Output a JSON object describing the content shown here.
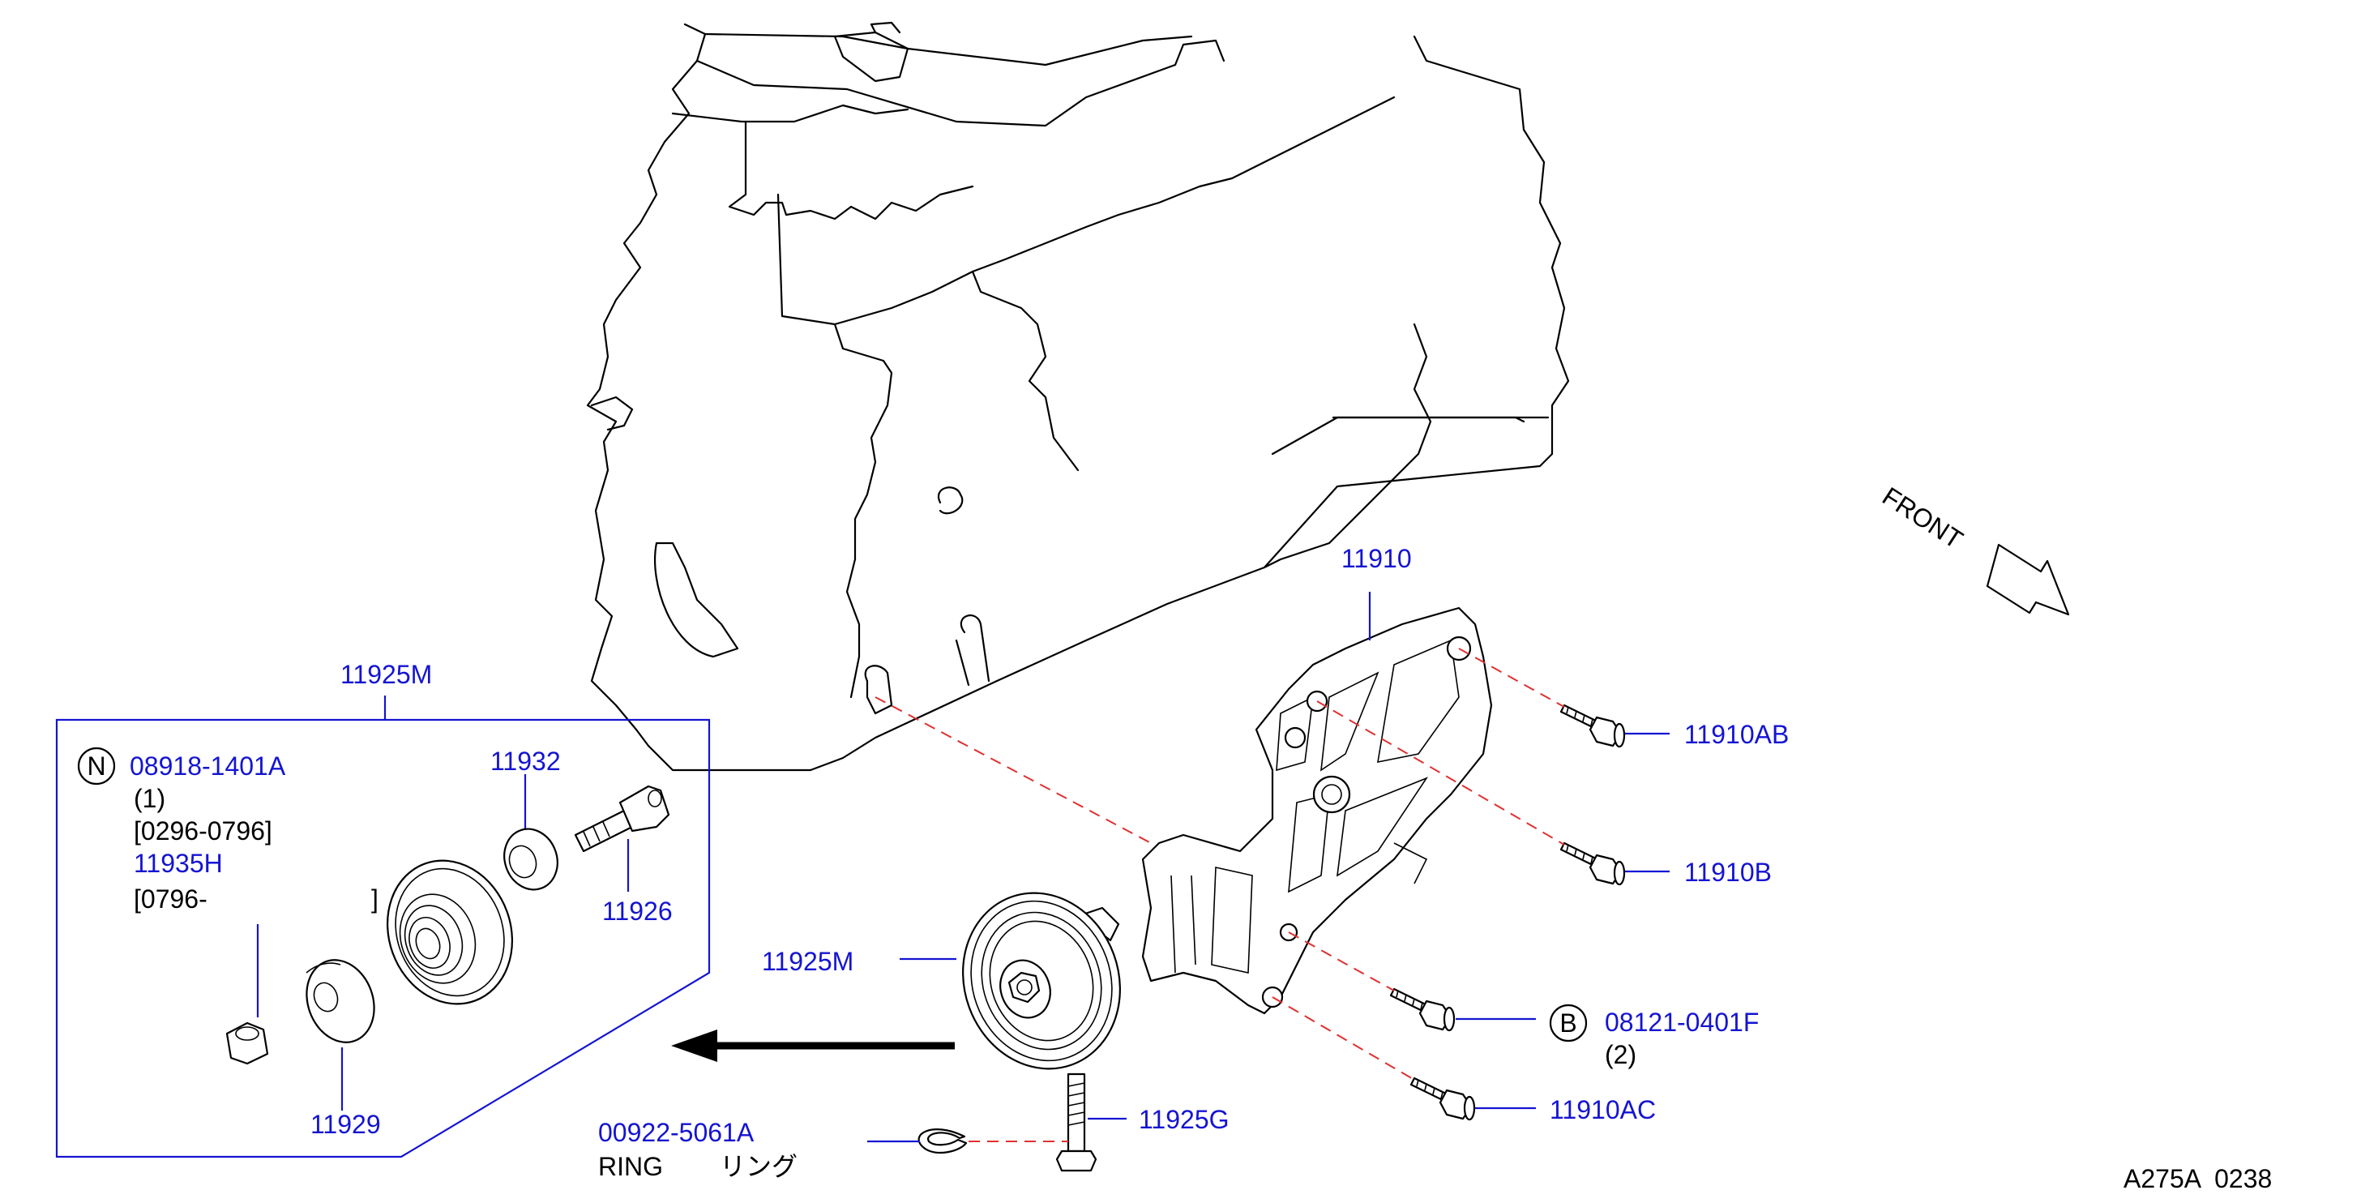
{
  "diagram": {
    "illustration_code": "A275A  0238",
    "front_label": "FRONT",
    "callouts": {
      "bracket": "11910",
      "bolt_ab": "11910AB",
      "bolt_b": "11910B",
      "bolt_ac": "11910AC",
      "bolt_std": "08121-0401F",
      "bolt_std_qty": "(2)",
      "bolt_std_symbol": "B",
      "pulley_main": "11925M",
      "pulley_assy": "11925M",
      "pulley_bolt": "11925G",
      "ring": "00922-5061A",
      "ring_desc": "RING",
      "ring_desc_jp": "リング",
      "nut_n": "08918-1401A",
      "nut_n_qty": "(1)",
      "nut_n_range": "[0296-0796]",
      "nut_symbol": "N",
      "nut_alt": "11935H",
      "nut_alt_range": "[0796-",
      "nut_alt_range_close": "]",
      "spacer": "11932",
      "shaft": "11926",
      "washer": "11929"
    }
  }
}
